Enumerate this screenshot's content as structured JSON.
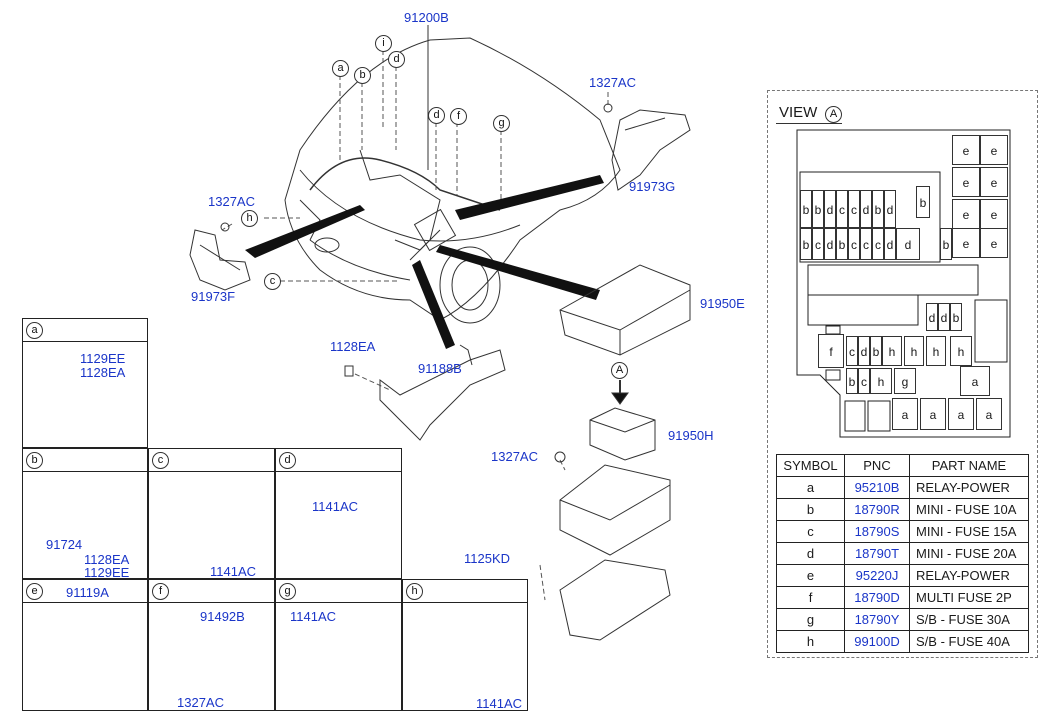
{
  "main": {
    "harness": "91200B",
    "nut_left": "1327AC",
    "nut_top": "1327AC",
    "cover_left": "91973F",
    "cover_right": "91973G",
    "bracket": "91188B",
    "bracket_bolt": "1128EA",
    "box_upper": "91950E",
    "box_lower": "91950H",
    "nut_box": "1327AC",
    "bolt_box": "1125KD",
    "view_marker": "A",
    "callouts": [
      "a",
      "b",
      "i",
      "d",
      "d",
      "f",
      "g",
      "h",
      "c"
    ]
  },
  "panels": {
    "a": {
      "letter": "a",
      "pn1": "1129EE",
      "pn2": "1128EA"
    },
    "b": {
      "letter": "b",
      "pn1": "91724",
      "pn2": "1128EA",
      "pn3": "1129EE"
    },
    "c": {
      "letter": "c",
      "pn1": "1141AC"
    },
    "d": {
      "letter": "d",
      "pn1": "1141AC"
    },
    "e": {
      "letter": "e",
      "pn1": "91119A"
    },
    "f": {
      "letter": "f",
      "pn1": "91492B",
      "pn2": "1327AC"
    },
    "g": {
      "letter": "g",
      "pn1": "1141AC"
    },
    "h": {
      "letter": "h",
      "pn1": "1141AC"
    }
  },
  "view": {
    "title": "VIEW",
    "marker": "A",
    "row1": [
      "b",
      "b",
      "d",
      "c",
      "c",
      "d",
      "b",
      "d"
    ],
    "row2": [
      "b",
      "c",
      "d",
      "b",
      "c",
      "c",
      "c",
      "d",
      "d"
    ],
    "single_b": "b",
    "single_b2": "b",
    "right_e": [
      "e",
      "e",
      "e",
      "e",
      "e",
      "e",
      "e",
      "e"
    ],
    "mid_d": [
      "d",
      "d",
      "b"
    ],
    "row_f": [
      "f",
      "c",
      "d",
      "b",
      "h",
      "h",
      "h",
      "h"
    ],
    "row_b": [
      "b",
      "c",
      "h",
      "g",
      "a"
    ],
    "row_a": [
      "a",
      "a",
      "a",
      "a"
    ]
  },
  "legend": {
    "headers": [
      "SYMBOL",
      "PNC",
      "PART NAME"
    ],
    "rows": [
      {
        "sym": "a",
        "pnc": "95210B",
        "name": "RELAY-POWER"
      },
      {
        "sym": "b",
        "pnc": "18790R",
        "name": "MINI - FUSE 10A"
      },
      {
        "sym": "c",
        "pnc": "18790S",
        "name": "MINI - FUSE 15A"
      },
      {
        "sym": "d",
        "pnc": "18790T",
        "name": "MINI - FUSE 20A"
      },
      {
        "sym": "e",
        "pnc": "95220J",
        "name": "RELAY-POWER"
      },
      {
        "sym": "f",
        "pnc": "18790D",
        "name": "MULTI FUSE 2P"
      },
      {
        "sym": "g",
        "pnc": "18790Y",
        "name": "S/B - FUSE 30A"
      },
      {
        "sym": "h",
        "pnc": "99100D",
        "name": "S/B - FUSE 40A"
      }
    ]
  }
}
